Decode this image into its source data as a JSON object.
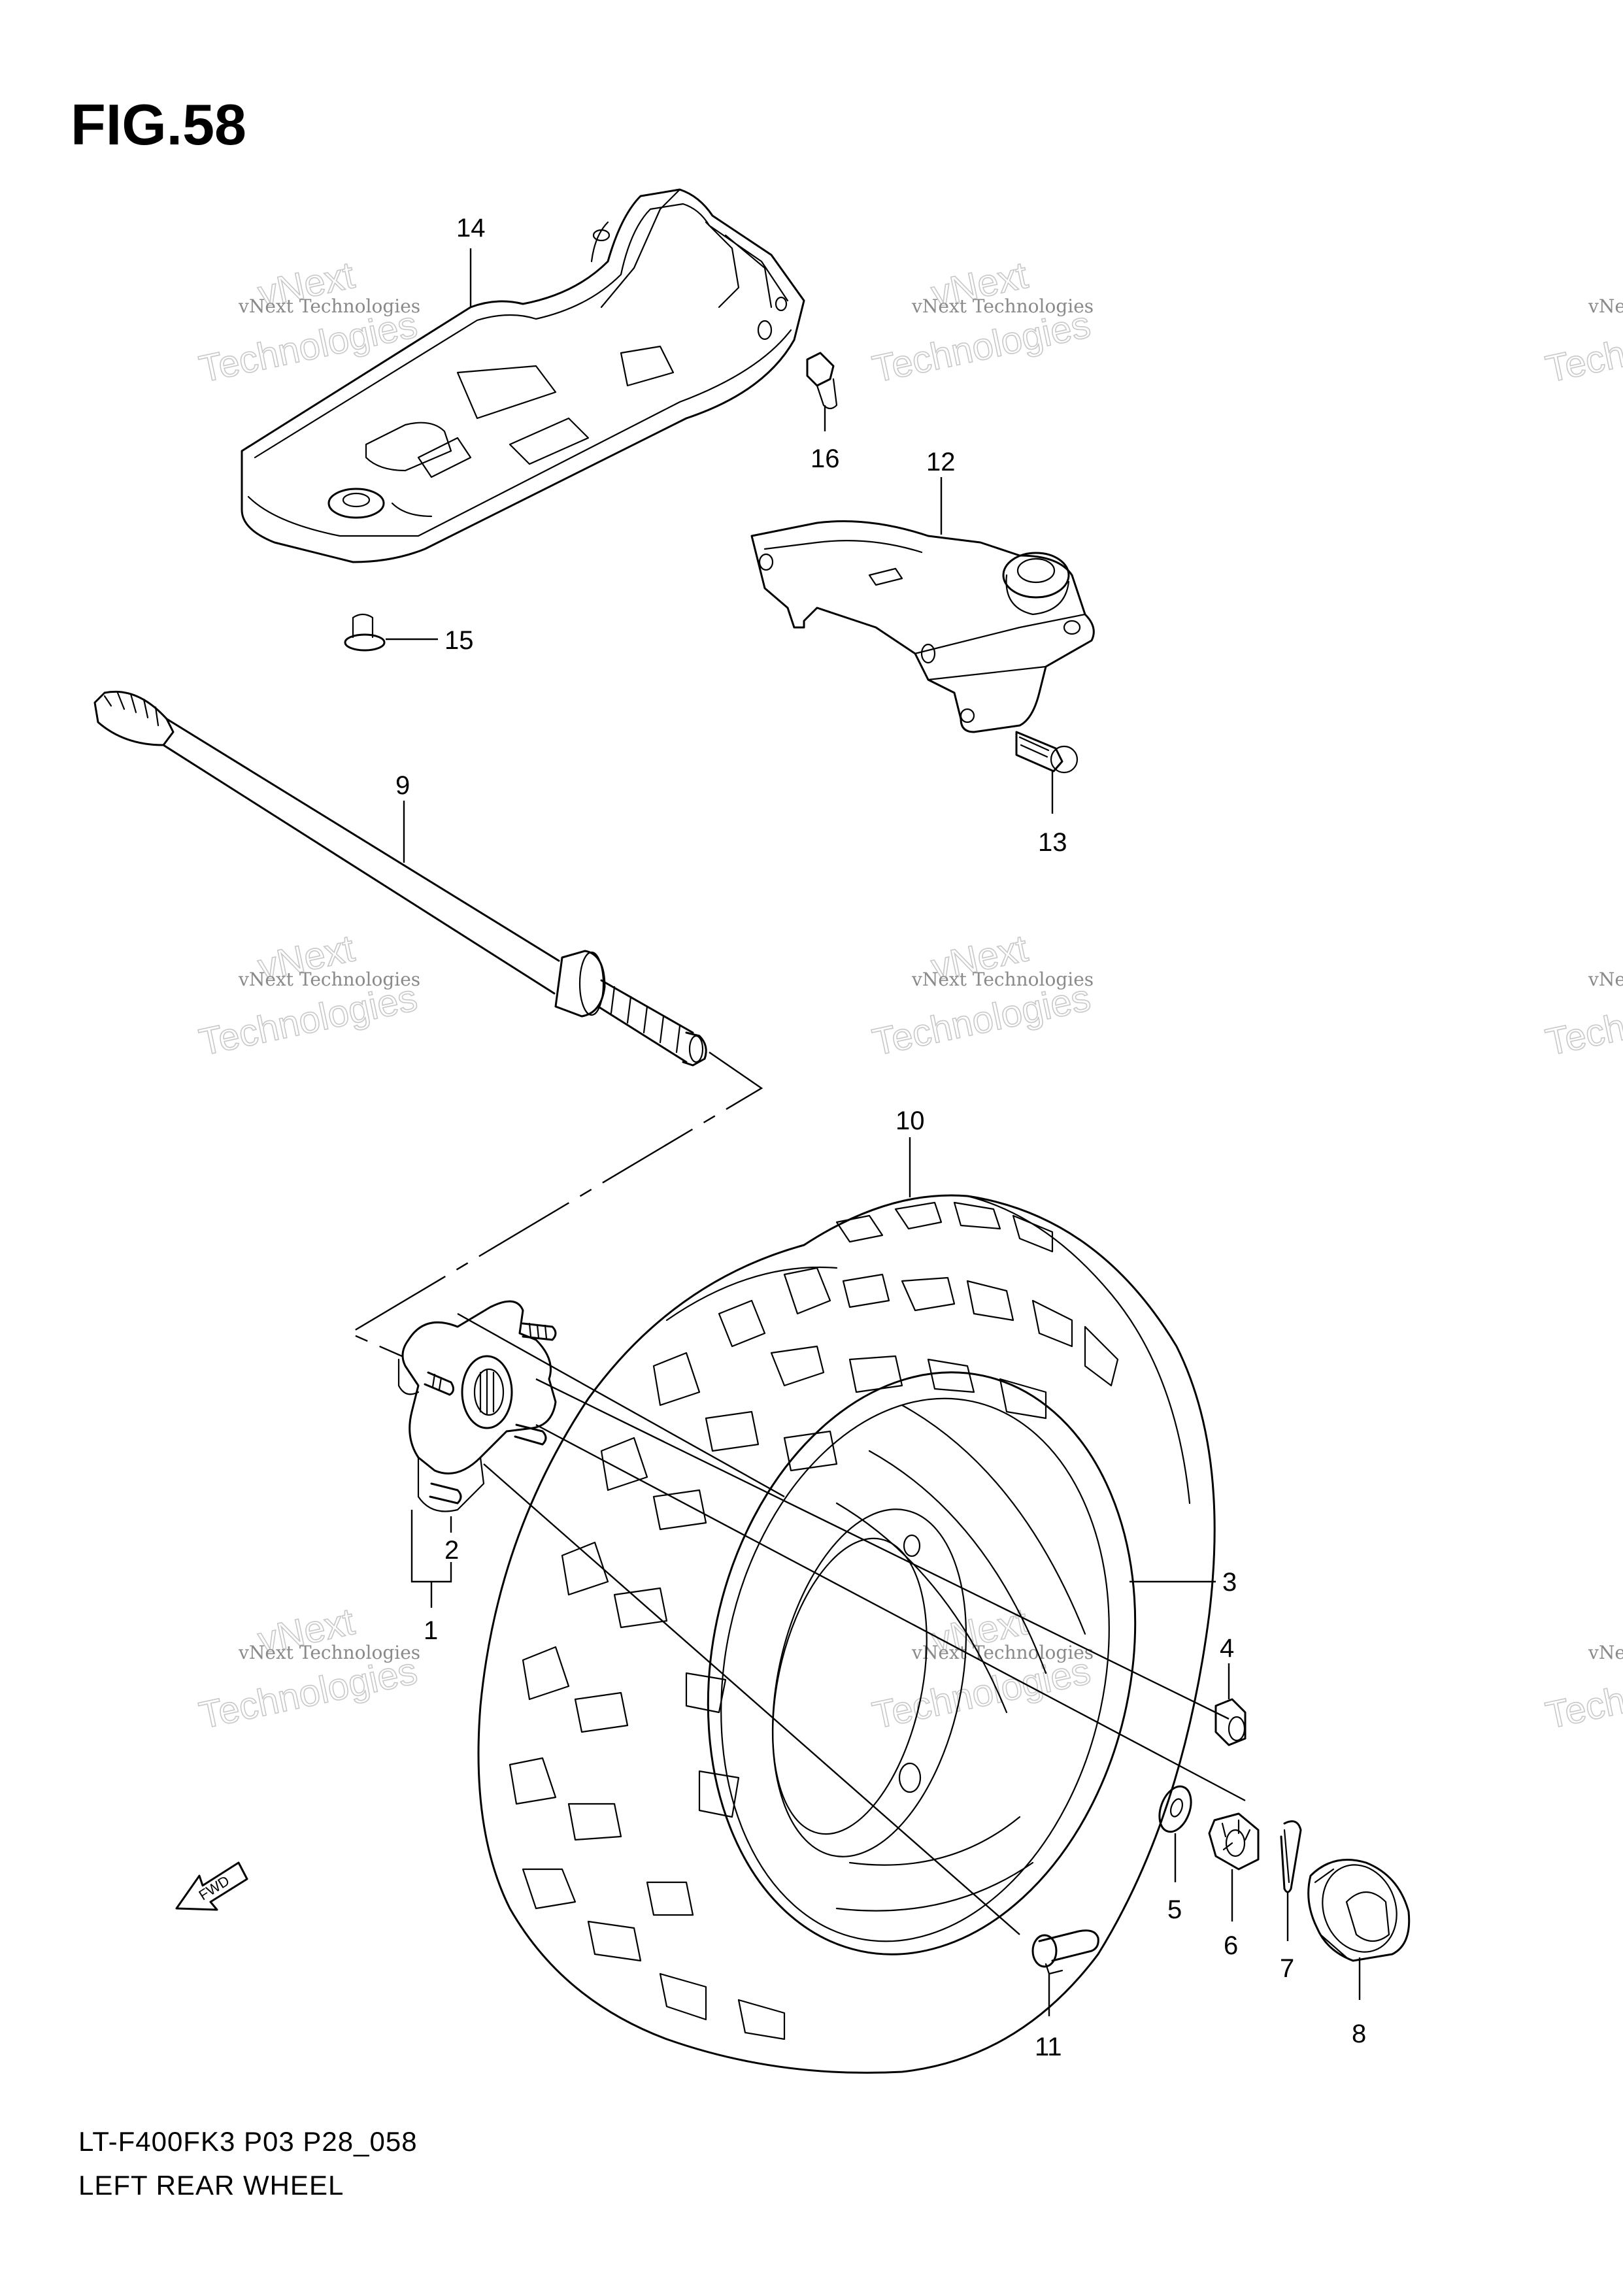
{
  "figure": {
    "title": "FIG.58",
    "code": "LT-F400FK3 P03 P28_058",
    "name": "LEFT REAR WHEEL"
  },
  "watermark": {
    "line1": "vNext Technologies",
    "line2": "vNext",
    "line3": "Technologies"
  },
  "fwd_arrow": "FWD",
  "parts": [
    {
      "ref": "1"
    },
    {
      "ref": "2"
    },
    {
      "ref": "3"
    },
    {
      "ref": "4"
    },
    {
      "ref": "5"
    },
    {
      "ref": "6"
    },
    {
      "ref": "7"
    },
    {
      "ref": "8"
    },
    {
      "ref": "9"
    },
    {
      "ref": "10"
    },
    {
      "ref": "11"
    },
    {
      "ref": "12"
    },
    {
      "ref": "13"
    },
    {
      "ref": "14"
    },
    {
      "ref": "15"
    },
    {
      "ref": "16"
    }
  ]
}
